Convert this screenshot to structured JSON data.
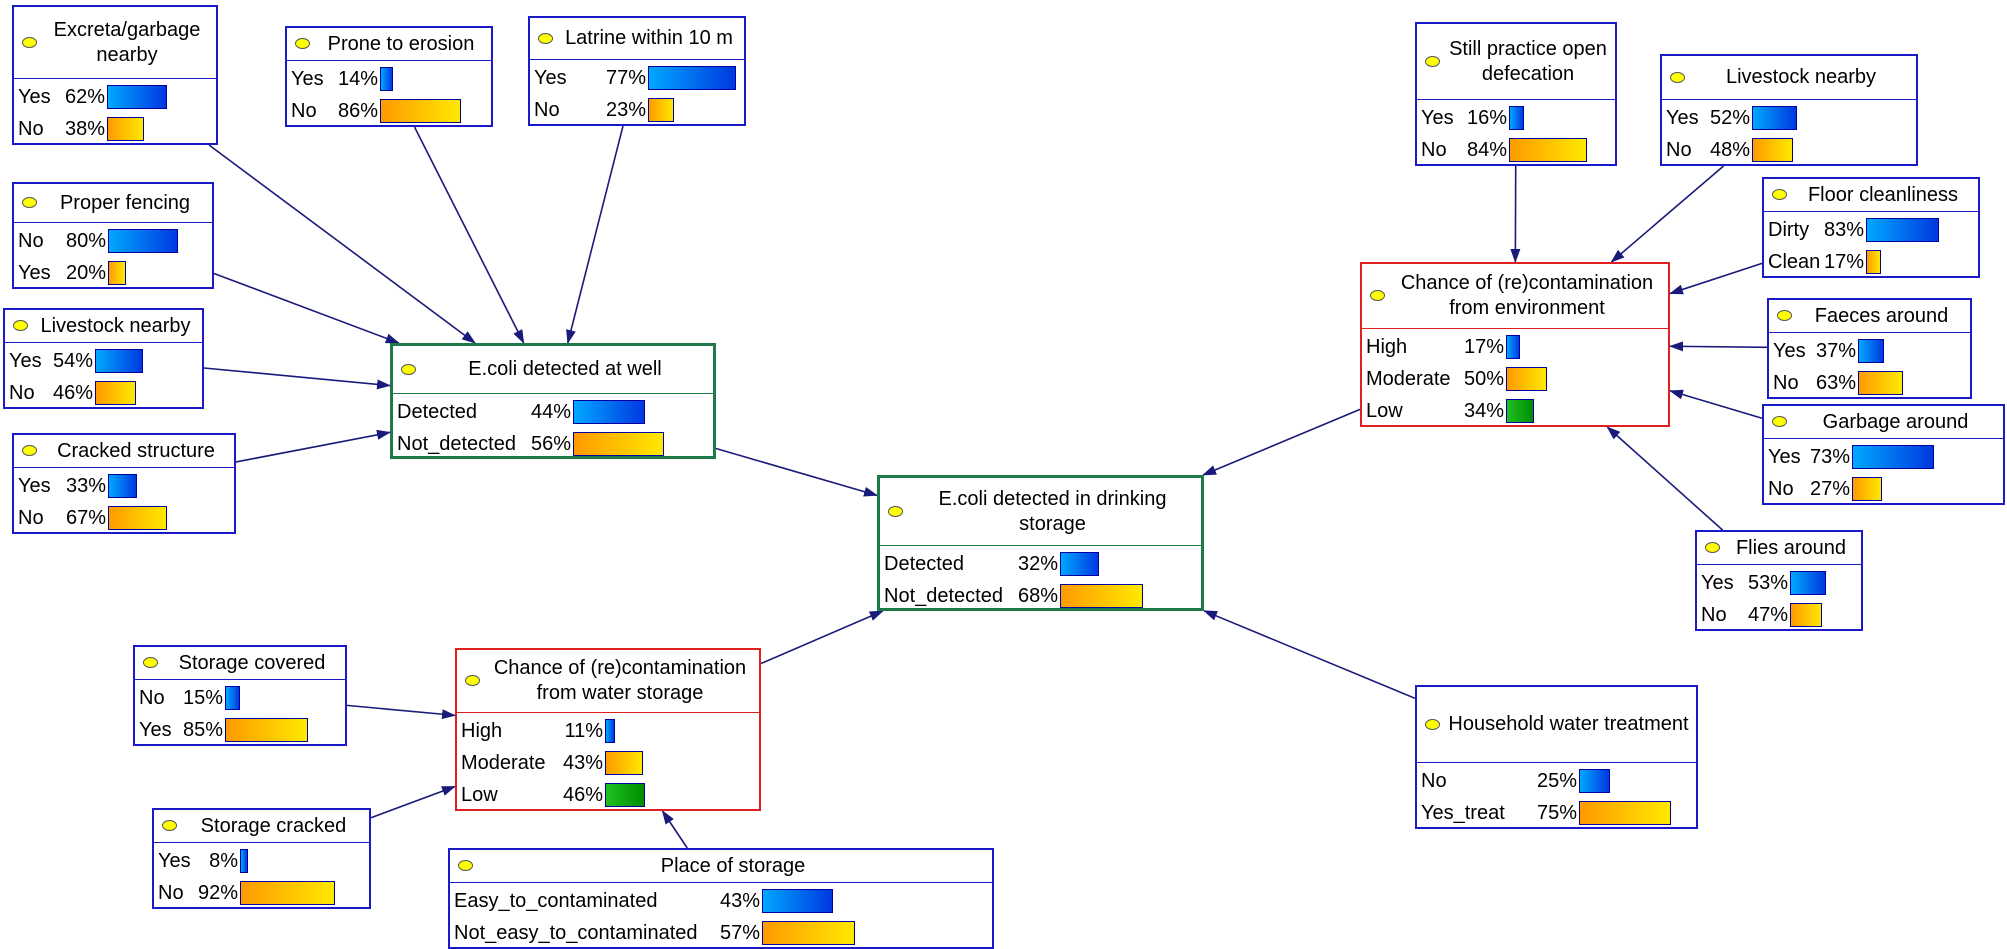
{
  "nodes": {
    "excreta_garbage": {
      "title": "Excreta/garbage nearby",
      "states": [
        {
          "label": "Yes",
          "pct_text": "62%",
          "value": 0.62,
          "color": "blue"
        },
        {
          "label": "No",
          "pct_text": "38%",
          "value": 0.38,
          "color": "orange"
        }
      ]
    },
    "prone_erosion": {
      "title": "Prone to erosion",
      "states": [
        {
          "label": "Yes",
          "pct_text": "14%",
          "value": 0.14,
          "color": "blue"
        },
        {
          "label": "No",
          "pct_text": "86%",
          "value": 0.86,
          "color": "orange"
        }
      ]
    },
    "latrine": {
      "title": "Latrine within 10 m",
      "states": [
        {
          "label": "Yes",
          "pct_text": "77%",
          "value": 0.77,
          "color": "blue"
        },
        {
          "label": "No",
          "pct_text": "23%",
          "value": 0.23,
          "color": "orange"
        }
      ]
    },
    "proper_fencing": {
      "title": "Proper fencing",
      "states": [
        {
          "label": "No",
          "pct_text": "80%",
          "value": 0.8,
          "color": "blue"
        },
        {
          "label": "Yes",
          "pct_text": "20%",
          "value": 0.2,
          "color": "orange"
        }
      ]
    },
    "livestock_well": {
      "title": "Livestock nearby",
      "states": [
        {
          "label": "Yes",
          "pct_text": "54%",
          "value": 0.54,
          "color": "blue"
        },
        {
          "label": "No",
          "pct_text": "46%",
          "value": 0.46,
          "color": "orange"
        }
      ]
    },
    "cracked_structure": {
      "title": "Cracked structure",
      "states": [
        {
          "label": "Yes",
          "pct_text": "33%",
          "value": 0.33,
          "color": "blue"
        },
        {
          "label": "No",
          "pct_text": "67%",
          "value": 0.67,
          "color": "orange"
        }
      ]
    },
    "ecoli_well": {
      "title": "E.coli detected at well",
      "states": [
        {
          "label": "Detected",
          "pct_text": "44%",
          "value": 0.44,
          "color": "blue"
        },
        {
          "label": "Not_detected",
          "pct_text": "56%",
          "value": 0.56,
          "color": "orange"
        }
      ]
    },
    "ecoli_storage": {
      "title": "E.coli detected in drinking storage",
      "states": [
        {
          "label": "Detected",
          "pct_text": "32%",
          "value": 0.32,
          "color": "blue"
        },
        {
          "label": "Not_detected",
          "pct_text": "68%",
          "value": 0.68,
          "color": "orange"
        }
      ]
    },
    "open_defecation": {
      "title": "Still practice open defecation",
      "states": [
        {
          "label": "Yes",
          "pct_text": "16%",
          "value": 0.16,
          "color": "blue"
        },
        {
          "label": "No",
          "pct_text": "84%",
          "value": 0.84,
          "color": "orange"
        }
      ]
    },
    "livestock_env": {
      "title": "Livestock nearby",
      "states": [
        {
          "label": "Yes",
          "pct_text": "52%",
          "value": 0.52,
          "color": "blue"
        },
        {
          "label": "No",
          "pct_text": "48%",
          "value": 0.48,
          "color": "orange"
        }
      ]
    },
    "floor_cleanliness": {
      "title": "Floor cleanliness",
      "states": [
        {
          "label": "Dirty",
          "pct_text": "83%",
          "value": 0.83,
          "color": "blue"
        },
        {
          "label": "Clean",
          "pct_text": "17%",
          "value": 0.17,
          "color": "orange"
        }
      ]
    },
    "env_contamination": {
      "title": "Chance of (re)contamination from environment",
      "states": [
        {
          "label": "High",
          "pct_text": "17%",
          "value": 0.17,
          "color": "blue"
        },
        {
          "label": "Moderate",
          "pct_text": "50%",
          "value": 0.5,
          "color": "orange"
        },
        {
          "label": "Low",
          "pct_text": "34%",
          "value": 0.34,
          "color": "green"
        }
      ]
    },
    "faeces_around": {
      "title": "Faeces around",
      "states": [
        {
          "label": "Yes",
          "pct_text": "37%",
          "value": 0.37,
          "color": "blue"
        },
        {
          "label": "No",
          "pct_text": "63%",
          "value": 0.63,
          "color": "orange"
        }
      ]
    },
    "garbage_around": {
      "title": "Garbage around",
      "states": [
        {
          "label": "Yes",
          "pct_text": "73%",
          "value": 0.73,
          "color": "blue"
        },
        {
          "label": "No",
          "pct_text": "27%",
          "value": 0.27,
          "color": "orange"
        }
      ]
    },
    "flies_around": {
      "title": "Flies around",
      "states": [
        {
          "label": "Yes",
          "pct_text": "53%",
          "value": 0.53,
          "color": "blue"
        },
        {
          "label": "No",
          "pct_text": "47%",
          "value": 0.47,
          "color": "orange"
        }
      ]
    },
    "storage_covered": {
      "title": "Storage covered",
      "states": [
        {
          "label": "No",
          "pct_text": "15%",
          "value": 0.15,
          "color": "blue"
        },
        {
          "label": "Yes",
          "pct_text": "85%",
          "value": 0.85,
          "color": "orange"
        }
      ]
    },
    "storage_contamination": {
      "title": "Chance of (re)contamination from water storage",
      "states": [
        {
          "label": "High",
          "pct_text": "11%",
          "value": 0.11,
          "color": "blue"
        },
        {
          "label": "Moderate",
          "pct_text": "43%",
          "value": 0.43,
          "color": "orange"
        },
        {
          "label": "Low",
          "pct_text": "46%",
          "value": 0.46,
          "color": "green"
        }
      ]
    },
    "storage_cracked": {
      "title": "Storage cracked",
      "states": [
        {
          "label": "Yes",
          "pct_text": "8%",
          "value": 0.08,
          "color": "blue"
        },
        {
          "label": "No",
          "pct_text": "92%",
          "value": 0.92,
          "color": "orange"
        }
      ]
    },
    "place_storage": {
      "title": "Place of storage",
      "states": [
        {
          "label": "Easy_to_contaminated",
          "pct_text": "43%",
          "value": 0.43,
          "color": "blue"
        },
        {
          "label": "Not_easy_to_contaminated",
          "pct_text": "57%",
          "value": 0.57,
          "color": "orange"
        }
      ]
    },
    "household_treatment": {
      "title": "Household water treatment",
      "states": [
        {
          "label": "No",
          "pct_text": "25%",
          "value": 0.25,
          "color": "blue"
        },
        {
          "label": "Yes_treat",
          "pct_text": "75%",
          "value": 0.75,
          "color": "orange"
        }
      ]
    }
  },
  "edges": [
    [
      "excreta_garbage",
      "ecoli_well"
    ],
    [
      "prone_erosion",
      "ecoli_well"
    ],
    [
      "latrine",
      "ecoli_well"
    ],
    [
      "proper_fencing",
      "ecoli_well"
    ],
    [
      "livestock_well",
      "ecoli_well"
    ],
    [
      "cracked_structure",
      "ecoli_well"
    ],
    [
      "ecoli_well",
      "ecoli_storage"
    ],
    [
      "env_contamination",
      "ecoli_storage"
    ],
    [
      "storage_contamination",
      "ecoli_storage"
    ],
    [
      "household_treatment",
      "ecoli_storage"
    ],
    [
      "open_defecation",
      "env_contamination"
    ],
    [
      "livestock_env",
      "env_contamination"
    ],
    [
      "floor_cleanliness",
      "env_contamination"
    ],
    [
      "faeces_around",
      "env_contamination"
    ],
    [
      "garbage_around",
      "env_contamination"
    ],
    [
      "flies_around",
      "env_contamination"
    ],
    [
      "storage_covered",
      "storage_contamination"
    ],
    [
      "storage_cracked",
      "storage_contamination"
    ],
    [
      "place_storage",
      "storage_contamination"
    ]
  ]
}
